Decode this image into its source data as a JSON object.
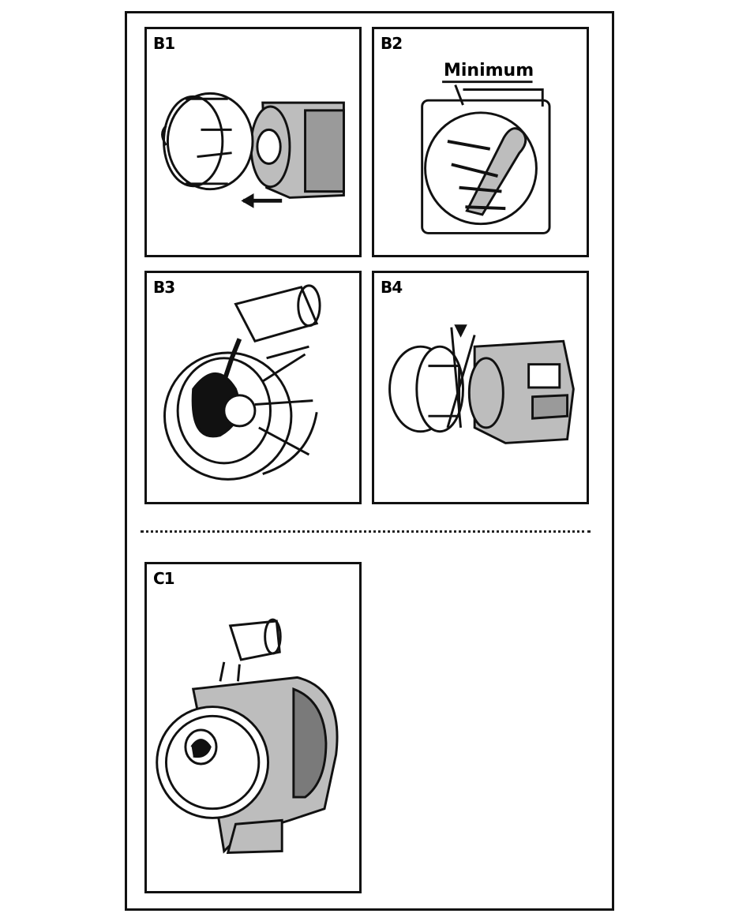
{
  "panels": {
    "p1": {
      "label": "B1"
    },
    "p2": {
      "label": "B2",
      "callout": "Minimum"
    },
    "p3": {
      "label": "B3"
    },
    "p4": {
      "label": "B4"
    },
    "p5": {
      "label": "C1"
    }
  },
  "colors": {
    "line": "#111111",
    "fill": "#bdbdbd",
    "dark": "#7a7a7a"
  }
}
